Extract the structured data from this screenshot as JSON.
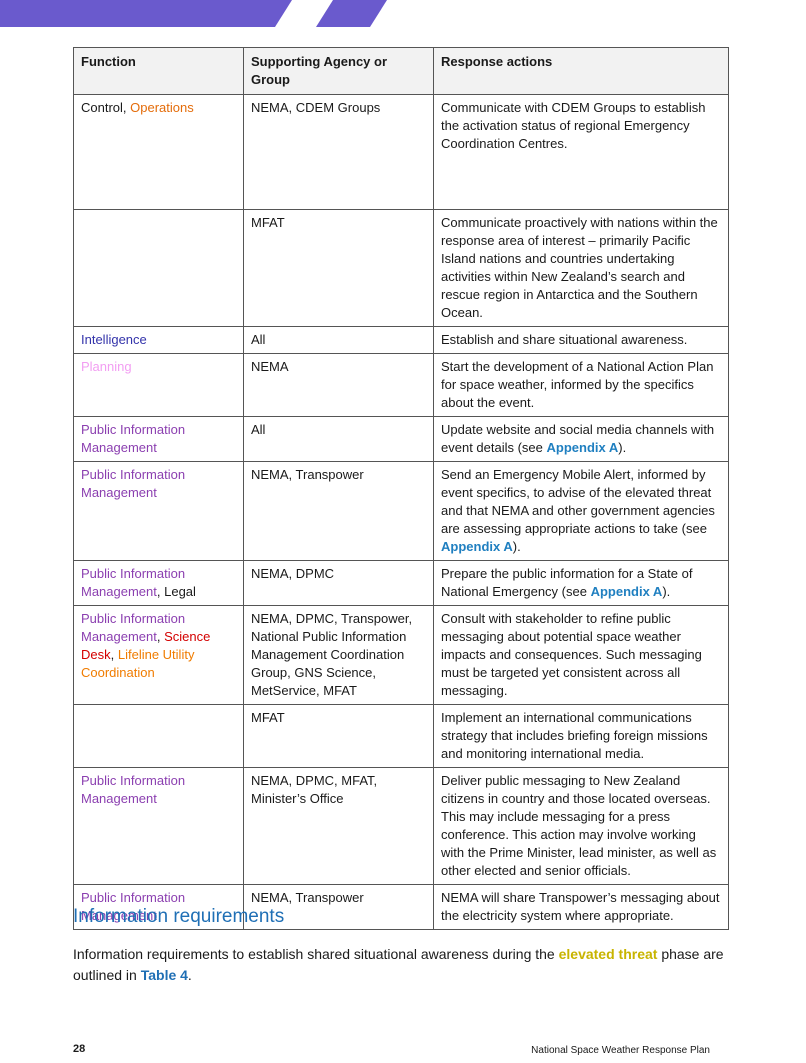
{
  "colors": {
    "banner_purple": "#6a5acd",
    "operations": "#e46c0a",
    "intelligence": "#3333aa",
    "planning": "#f29ef2",
    "public_information_management": "#8b3fb0",
    "science_desk": "#d40000",
    "lifeline_utility": "#f07c00",
    "link": "#1f7fc0",
    "heading": "#1f6fb5",
    "highlight": "#c8b400"
  },
  "table": {
    "headers": [
      "Function",
      "Supporting Agency or Group",
      "Response actions"
    ],
    "rows": [
      {
        "fn_a": "Control, ",
        "fn_b": "Operations",
        "agency": "NEMA, CDEM Groups",
        "action": "Communicate with CDEM Groups to establish the activation status of regional Emergency Coordination Centres."
      },
      {
        "agency": "MFAT",
        "action": "Communicate proactively with nations within the response area of interest – primarily Pacific Island nations and countries undertaking activities within New Zealand’s search and rescue region in Antarctica and the Southern Ocean."
      },
      {
        "fn": "Intelligence",
        "agency": "All",
        "action": "Establish and share situational awareness."
      },
      {
        "fn": "Planning",
        "agency": "NEMA",
        "action": "Start the development of a National Action Plan for space weather, informed by the specifics about the event."
      },
      {
        "fn": "Public Information Management",
        "agency": "All",
        "action_a": "Update website and social media channels with event details (see ",
        "action_link": "Appendix A",
        "action_b": ")."
      },
      {
        "fn": "Public Information Management",
        "agency": "NEMA, Transpower",
        "action_a": "Send an Emergency Mobile Alert, informed by event specifics, to advise of the elevated threat and that NEMA and other government agencies are assessing appropriate actions to take (see ",
        "action_link": "Appendix A",
        "action_b": ")."
      },
      {
        "fn_a": "Public Information Management",
        "fn_b": ", Legal",
        "agency": "NEMA, DPMC",
        "action_a": "Prepare the public information for a State of National Emergency (see ",
        "action_link": "Appendix A",
        "action_b": ")."
      },
      {
        "fn_a": "Public Information Management",
        "fn_b": ", ",
        "fn_c": "Science Desk",
        "fn_d": ", ",
        "fn_e": "Lifeline Utility Coordination",
        "agency": "NEMA, DPMC, Transpower, National Public Information Management Coordination Group, GNS Science, MetService, MFAT",
        "action": "Consult with stakeholder to refine public messaging about potential space weather impacts and consequences. Such messaging must be targeted yet consistent across all messaging."
      },
      {
        "agency": "MFAT",
        "action": "Implement an international communications strategy that includes briefing foreign missions and monitoring international media."
      },
      {
        "fn": "Public Information Management",
        "agency": "NEMA, DPMC, MFAT, Minister’s Office",
        "action": "Deliver public messaging to New Zealand citizens in country and those located overseas. This may include messaging for a press conference. This action may involve working with the Prime Minister, lead minister, as well as other elected and senior officials."
      },
      {
        "fn": "Public Information Management",
        "agency": "NEMA, Transpower",
        "action": "NEMA will share Transpower’s messaging about the electricity system where appropriate."
      }
    ]
  },
  "section": {
    "heading": "Information requirements",
    "para_a": "Information requirements to establish shared situational awareness during the ",
    "para_highlight": "elevated threat",
    "para_b": " phase are outlined in ",
    "para_link": "Table 4",
    "para_c": "."
  },
  "footer": {
    "page_number": "28",
    "doc_title": "National Space Weather Response Plan"
  }
}
